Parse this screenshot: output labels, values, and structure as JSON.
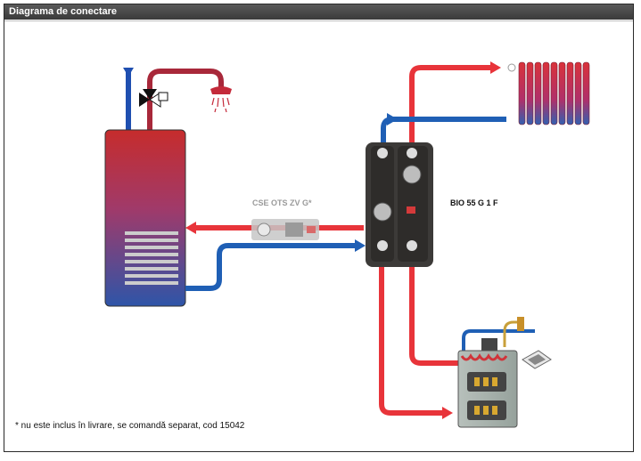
{
  "header": {
    "title": "Diagrama de conectare"
  },
  "labels": {
    "valve_group": "CSE OTS ZV G*",
    "pump_group": "BIO 55 G 1 F"
  },
  "footnote": "* nu este inclus în livrare, se comandă separat, cod 15042",
  "colors": {
    "hot": "#e8343a",
    "cold": "#1f5fb5",
    "header_bg": "#3a3a3a",
    "group_body": "#3c3a38"
  }
}
